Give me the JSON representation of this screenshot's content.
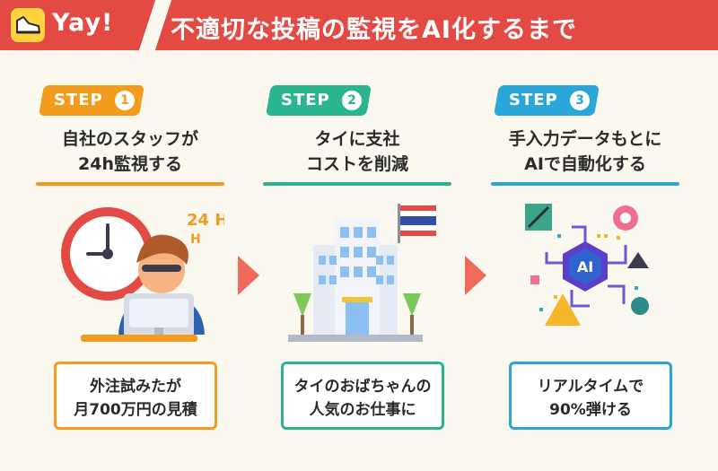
{
  "header": {
    "brand": "Yay!",
    "title": "不適切な投稿の監視をAI化するまで"
  },
  "steps": [
    {
      "label": "STEP",
      "number": "1",
      "heading": "自社のスタッフが\n24h監視する",
      "result": "外注試みたが\n月700万円の見積",
      "illustration_text": "24\nH",
      "color": "#f29b1c"
    },
    {
      "label": "STEP",
      "number": "2",
      "heading": "タイに支社\nコストを削減",
      "result": "タイのおばちゃんの\n人気のお仕事に",
      "color": "#2bb58f"
    },
    {
      "label": "STEP",
      "number": "3",
      "heading": "手入力データもとに\nAIで自動化する",
      "result": "リアルタイムで\n90%弾ける",
      "illustration_text": "AI",
      "color": "#2aa6d9"
    }
  ]
}
